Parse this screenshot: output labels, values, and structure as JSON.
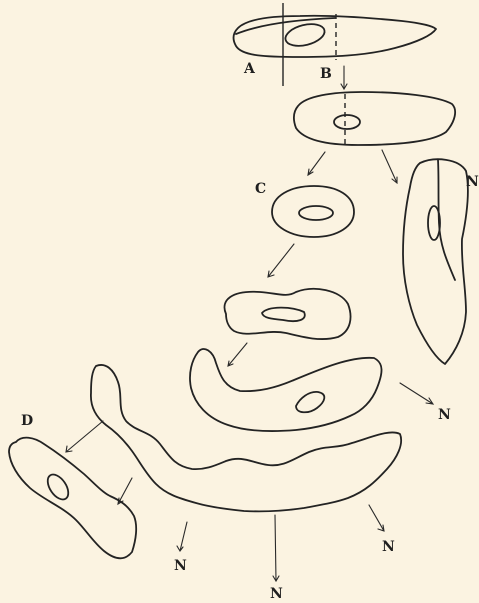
{
  "figure": {
    "labels": {
      "a": "A",
      "b": "B",
      "c": "C",
      "d": "D",
      "n_top": "N",
      "n_right": "N",
      "n_left_bottom": "N",
      "n_mid_bottom": "N",
      "n_right_bottom": "N"
    }
  }
}
